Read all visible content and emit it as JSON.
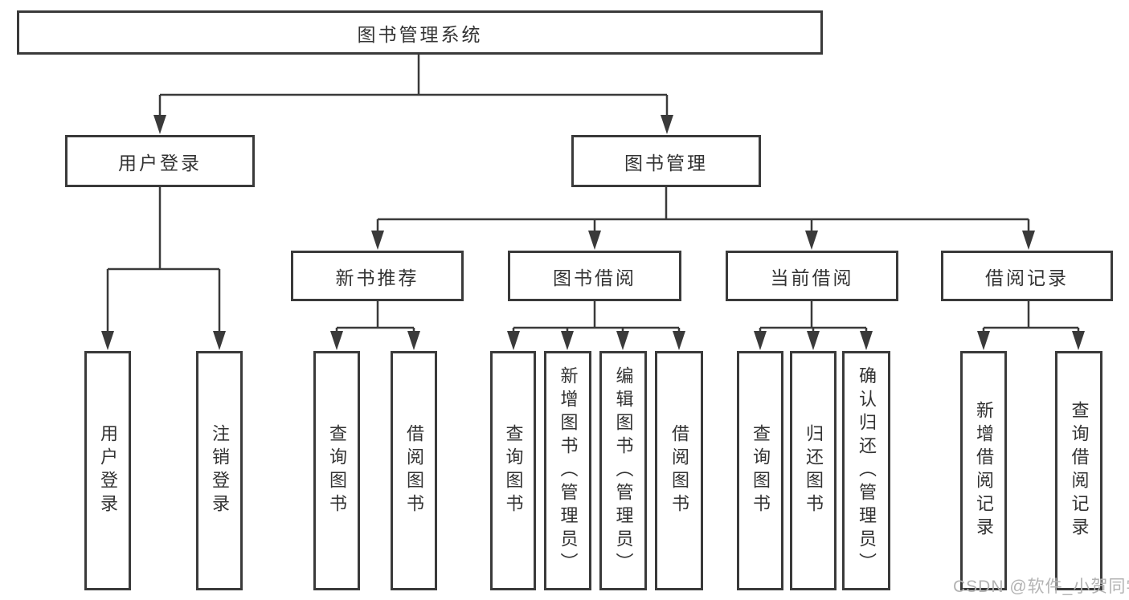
{
  "nodes": {
    "root": "图书管理系统",
    "user_login": "用户登录",
    "book_management": "图书管理",
    "new_book_recommend": "新书推荐",
    "book_borrowing": "图书借阅",
    "current_borrowing": "当前借阅",
    "borrowing_records": "借阅记录",
    "leaf_user_login": "用户登录",
    "leaf_logout": "注销登录",
    "leaf_rec_query_books": "查询图书",
    "leaf_rec_borrow_books": "借阅图书",
    "leaf_bb_query_books": "查询图书",
    "leaf_bb_add_books": "新增图书（管理员）",
    "leaf_bb_edit_books": "编辑图书（管理员）",
    "leaf_bb_borrow_books": "借阅图书",
    "leaf_cb_query_books": "查询图书",
    "leaf_cb_return_books": "归还图书",
    "leaf_cb_confirm_return": "确认归还（管理员）",
    "leaf_br_add_record": "新增借阅记录",
    "leaf_br_query_record": "查询借阅记录"
  },
  "watermark": "CSDN @软件_小贺同学",
  "colors": {
    "line": "#3a3a3a",
    "text": "#333333",
    "watermark": "#b3b3b3",
    "background": "#ffffff"
  }
}
